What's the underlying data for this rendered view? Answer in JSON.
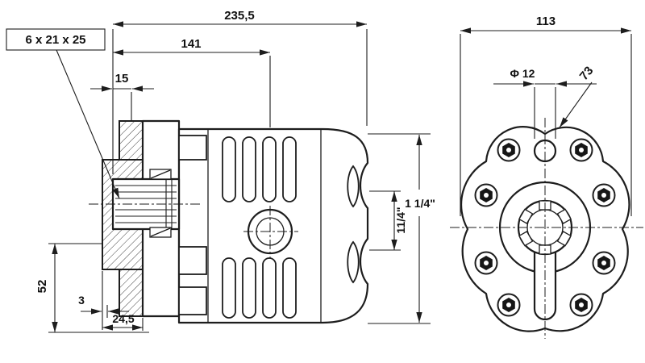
{
  "meta": {
    "background": "#ffffff",
    "line_color": "#1d1d1d"
  },
  "side_view": {
    "dims": {
      "overall_length": "235,5",
      "to_port_center": "141",
      "shaft_end": "15",
      "spline_spec": "6 x 21 x 25",
      "flange_height": "52",
      "step": "3",
      "flange_thickness": "24,5",
      "port_thread": "11/4\"",
      "port_thread_label": "1 1/4\""
    }
  },
  "front_view": {
    "dims": {
      "overall_width": "113",
      "hole_diameter": "Φ 12",
      "pitch": "73"
    }
  }
}
